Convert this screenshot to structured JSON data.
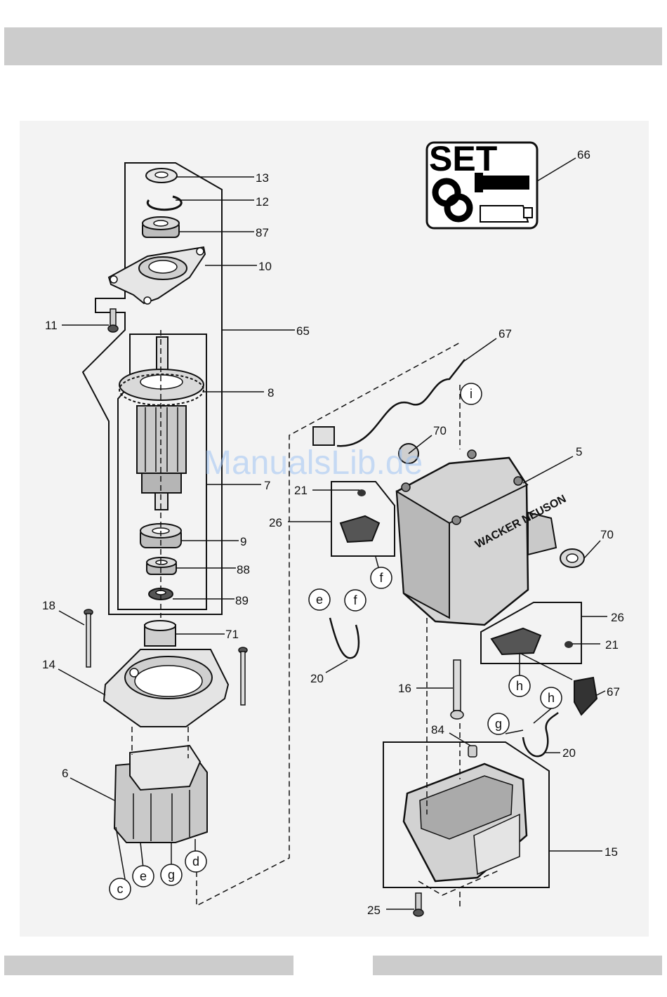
{
  "watermark": "ManualsLib.de",
  "set_kit": {
    "label": "SET"
  },
  "brand_mark": "WACKER NEUSON",
  "callouts": {
    "c66": "66",
    "c13": "13",
    "c12": "12",
    "c87": "87",
    "c10": "10",
    "c11": "11",
    "c65": "65",
    "c8": "8",
    "c7": "7",
    "c9": "9",
    "c88": "88",
    "c89": "89",
    "c18": "18",
    "c71": "71",
    "c14": "14",
    "c6": "6",
    "c67a": "67",
    "c70a": "70",
    "c5": "5",
    "c21a": "21",
    "c26a": "26",
    "c70b": "70",
    "c20a": "20",
    "c26b": "26",
    "c21b": "21",
    "c16": "16",
    "c67b": "67",
    "c84": "84",
    "c20b": "20",
    "c15": "15",
    "c25": "25"
  },
  "connectors": {
    "i": "i",
    "f1": "f",
    "e1": "e",
    "f2": "f",
    "h1": "h",
    "h2": "h",
    "g1": "g",
    "c": "c",
    "e2": "e",
    "g2": "g",
    "d": "d"
  },
  "colors": {
    "bars": "#cccccc",
    "panel": "#f3f3f3",
    "ink": "#111111"
  }
}
